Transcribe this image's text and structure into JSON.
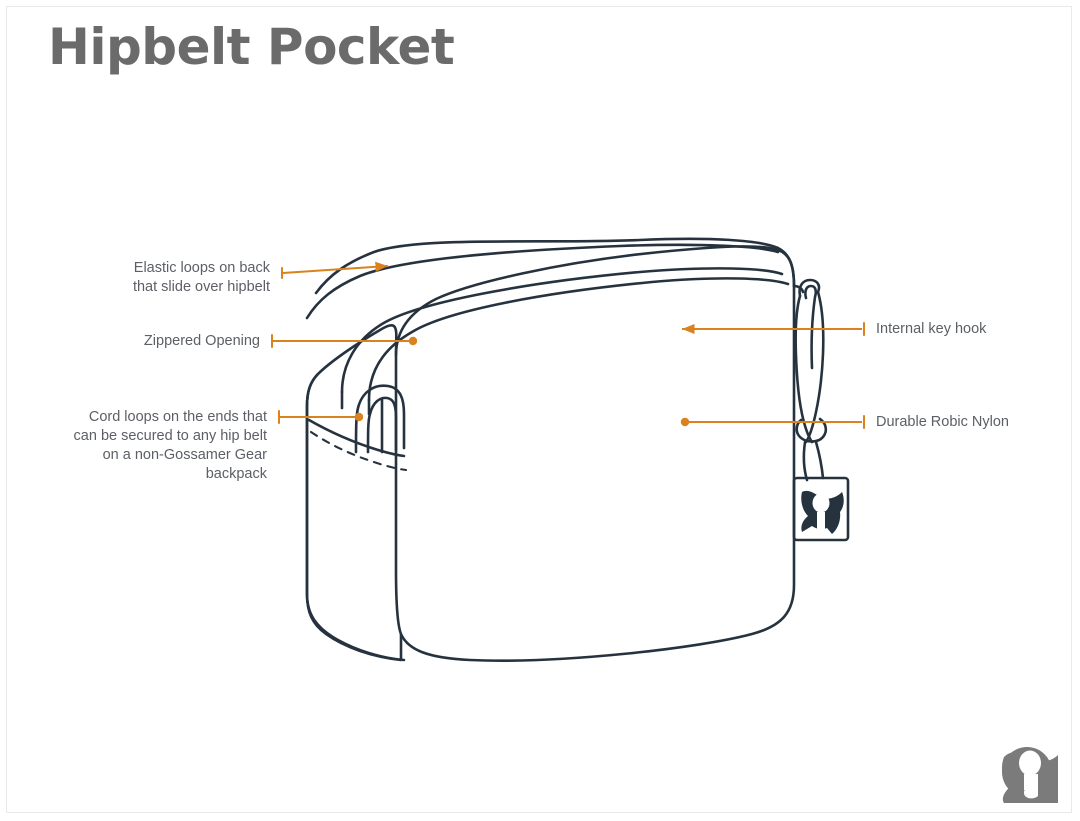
{
  "page": {
    "title": "Hipbelt Pocket",
    "background_color": "#ffffff",
    "title_color": "#6b6b6b",
    "line_color": "#26333f",
    "accent_color": "#d9821e",
    "label_color": "#5c6066"
  },
  "callouts": {
    "elastic_loops": {
      "text": "Elastic loops on back\nthat slide over hipbelt",
      "side": "left",
      "marker": "arrow"
    },
    "zippered_opening": {
      "text": "Zippered Opening",
      "side": "left",
      "marker": "dot"
    },
    "cord_loops": {
      "text": "Cord loops on the ends that\ncan be secured to any hip belt\non a non-Gossamer Gear\nbackpack",
      "side": "left",
      "marker": "dot"
    },
    "internal_key_hook": {
      "text": "Internal key hook",
      "side": "right",
      "marker": "arrow"
    },
    "durable_robic_nylon": {
      "text": "Durable Robic Nylon",
      "side": "right",
      "marker": "dot"
    }
  },
  "product": {
    "name": "Hipbelt Pocket",
    "brand_mark": "gossamer-gear-g",
    "tag_label": "g"
  }
}
